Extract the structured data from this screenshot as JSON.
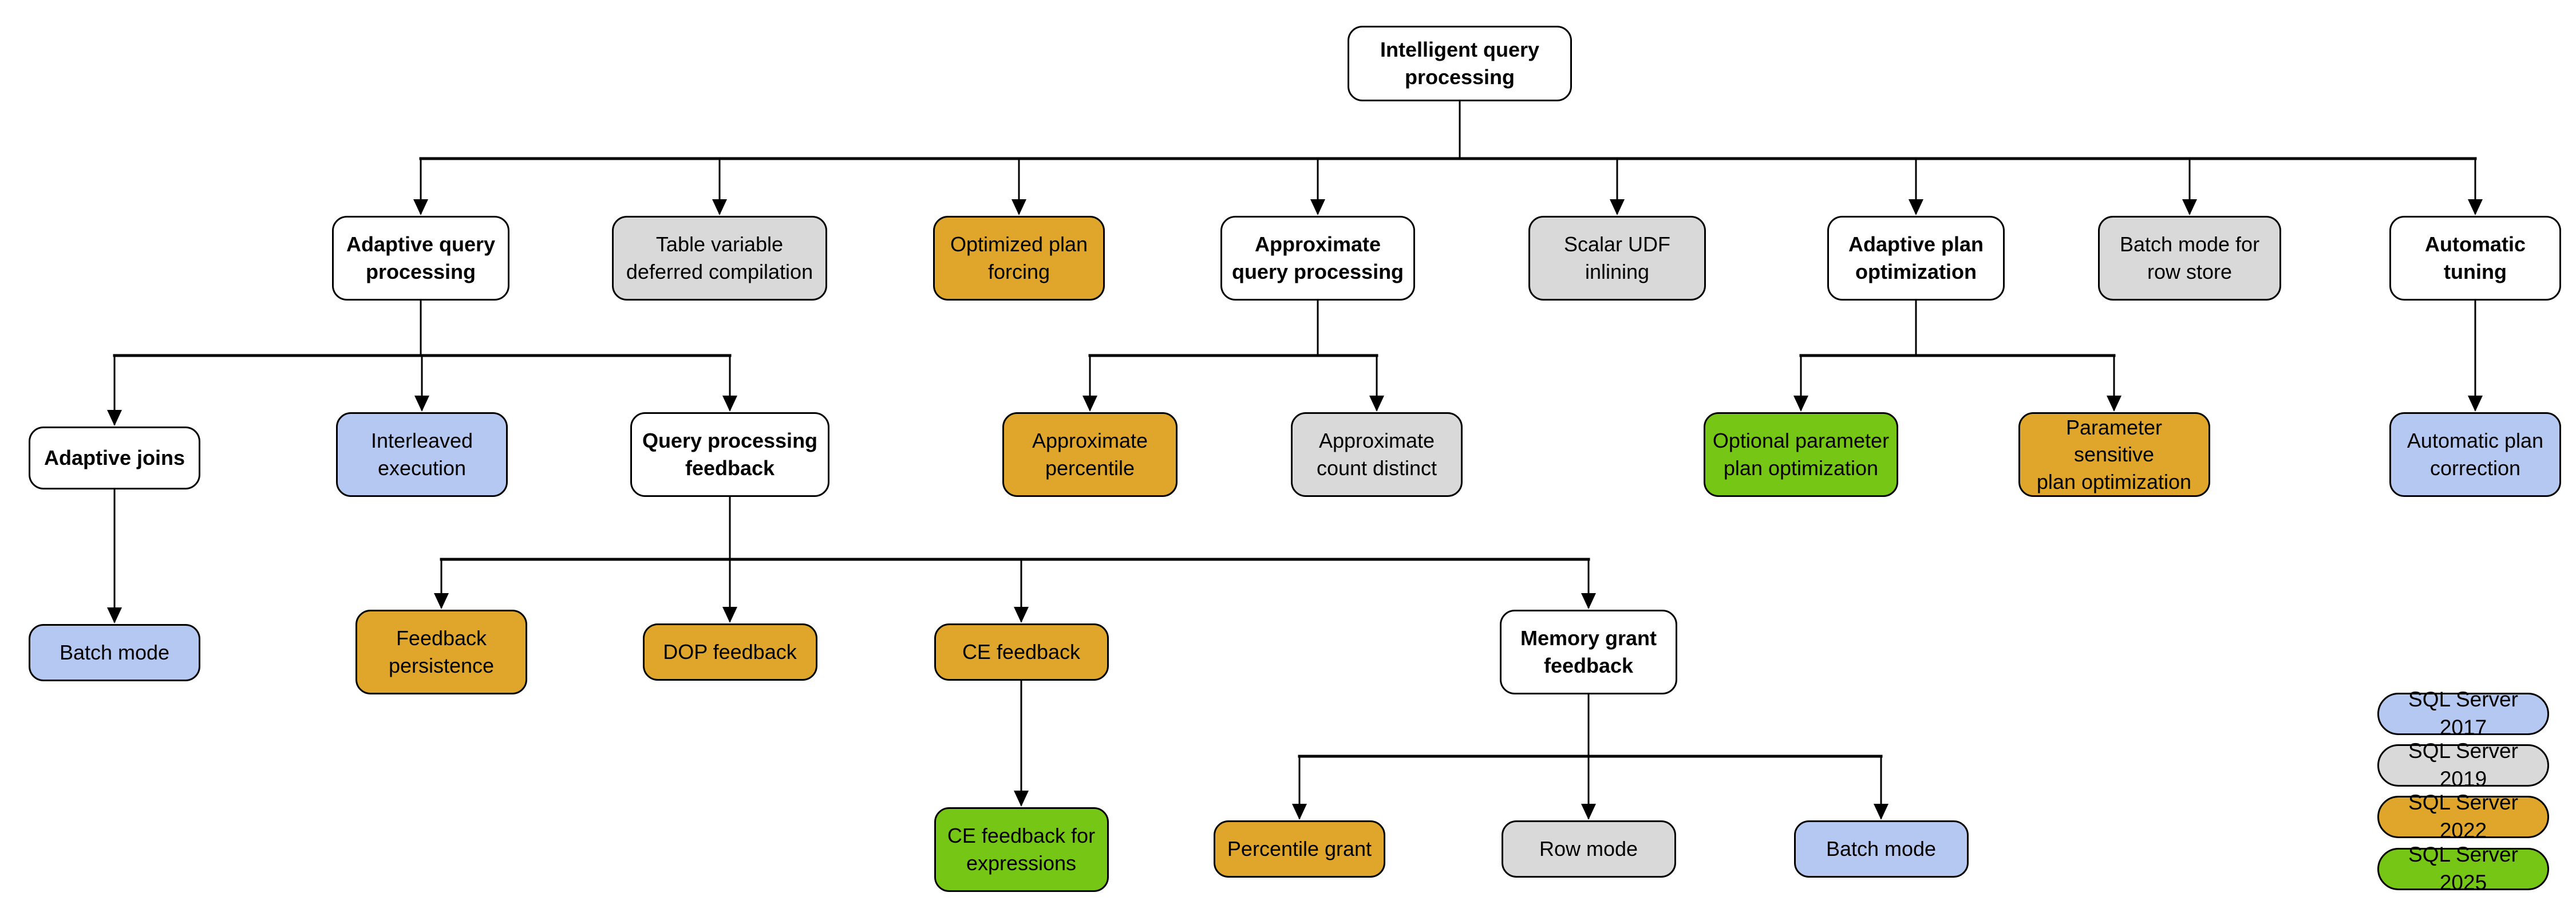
{
  "diagram": {
    "nodes": [
      {
        "id": "iqp",
        "label": "Intelligent query\nprocessing",
        "version": "category"
      },
      {
        "id": "aqp",
        "label": "Adaptive query\nprocessing",
        "version": "category"
      },
      {
        "id": "tvdc",
        "label": "Table variable\ndeferred compilation",
        "version": "2019"
      },
      {
        "id": "opf",
        "label": "Optimized plan\nforcing",
        "version": "2022"
      },
      {
        "id": "apqp",
        "label": "Approximate\nquery processing",
        "version": "category"
      },
      {
        "id": "sudf",
        "label": "Scalar UDF\ninlining",
        "version": "2019"
      },
      {
        "id": "apo",
        "label": "Adaptive plan\noptimization",
        "version": "category"
      },
      {
        "id": "bmrs",
        "label": "Batch mode for\nrow store",
        "version": "2019"
      },
      {
        "id": "at",
        "label": "Automatic\ntuning",
        "version": "category"
      },
      {
        "id": "aj",
        "label": "Adaptive joins",
        "version": "category"
      },
      {
        "id": "ie",
        "label": "Interleaved\nexecution",
        "version": "2017"
      },
      {
        "id": "qpf",
        "label": "Query processing\nfeedback",
        "version": "category"
      },
      {
        "id": "ap",
        "label": "Approximate\npercentile",
        "version": "2022"
      },
      {
        "id": "acd",
        "label": "Approximate\ncount distinct",
        "version": "2019"
      },
      {
        "id": "oppo",
        "label": "Optional parameter\nplan optimization",
        "version": "2025"
      },
      {
        "id": "pspo",
        "label": "Parameter sensitive\nplan optimization",
        "version": "2022"
      },
      {
        "id": "apc",
        "label": "Automatic plan\ncorrection",
        "version": "2017"
      },
      {
        "id": "bm1",
        "label": "Batch mode",
        "version": "2017"
      },
      {
        "id": "fp",
        "label": "Feedback\npersistence",
        "version": "2022"
      },
      {
        "id": "dop",
        "label": "DOP feedback",
        "version": "2022"
      },
      {
        "id": "cef",
        "label": "CE feedback",
        "version": "2022"
      },
      {
        "id": "mgf",
        "label": "Memory grant\nfeedback",
        "version": "category"
      },
      {
        "id": "cefe",
        "label": "CE feedback for\nexpressions",
        "version": "2025"
      },
      {
        "id": "pg",
        "label": "Percentile grant",
        "version": "2022"
      },
      {
        "id": "rm",
        "label": "Row mode",
        "version": "2019"
      },
      {
        "id": "bm2",
        "label": "Batch mode",
        "version": "2017"
      }
    ],
    "edges": [
      {
        "from": "iqp",
        "to": [
          "aqp",
          "tvdc",
          "opf",
          "apqp",
          "sudf",
          "apo",
          "bmrs",
          "at"
        ]
      },
      {
        "from": "aqp",
        "to": [
          "aj",
          "ie",
          "qpf"
        ]
      },
      {
        "from": "apqp",
        "to": [
          "ap",
          "acd"
        ]
      },
      {
        "from": "apo",
        "to": [
          "oppo",
          "pspo"
        ]
      },
      {
        "from": "at",
        "to": [
          "apc"
        ]
      },
      {
        "from": "aj",
        "to": [
          "bm1"
        ]
      },
      {
        "from": "qpf",
        "to": [
          "fp",
          "dop",
          "cef",
          "mgf"
        ]
      },
      {
        "from": "cef",
        "to": [
          "cefe"
        ]
      },
      {
        "from": "mgf",
        "to": [
          "pg",
          "rm",
          "bm2"
        ]
      }
    ]
  },
  "legend": {
    "items": [
      {
        "label": "SQL Server 2017",
        "version": "2017"
      },
      {
        "label": "SQL Server 2019",
        "version": "2019"
      },
      {
        "label": "SQL Server 2022",
        "version": "2022"
      },
      {
        "label": "SQL Server 2025",
        "version": "2025"
      }
    ]
  },
  "colors": {
    "category": "#ffffff",
    "2017": "#b5c8f2",
    "2019": "#d9d9d9",
    "2022": "#dfa62b",
    "2025": "#76c616"
  }
}
